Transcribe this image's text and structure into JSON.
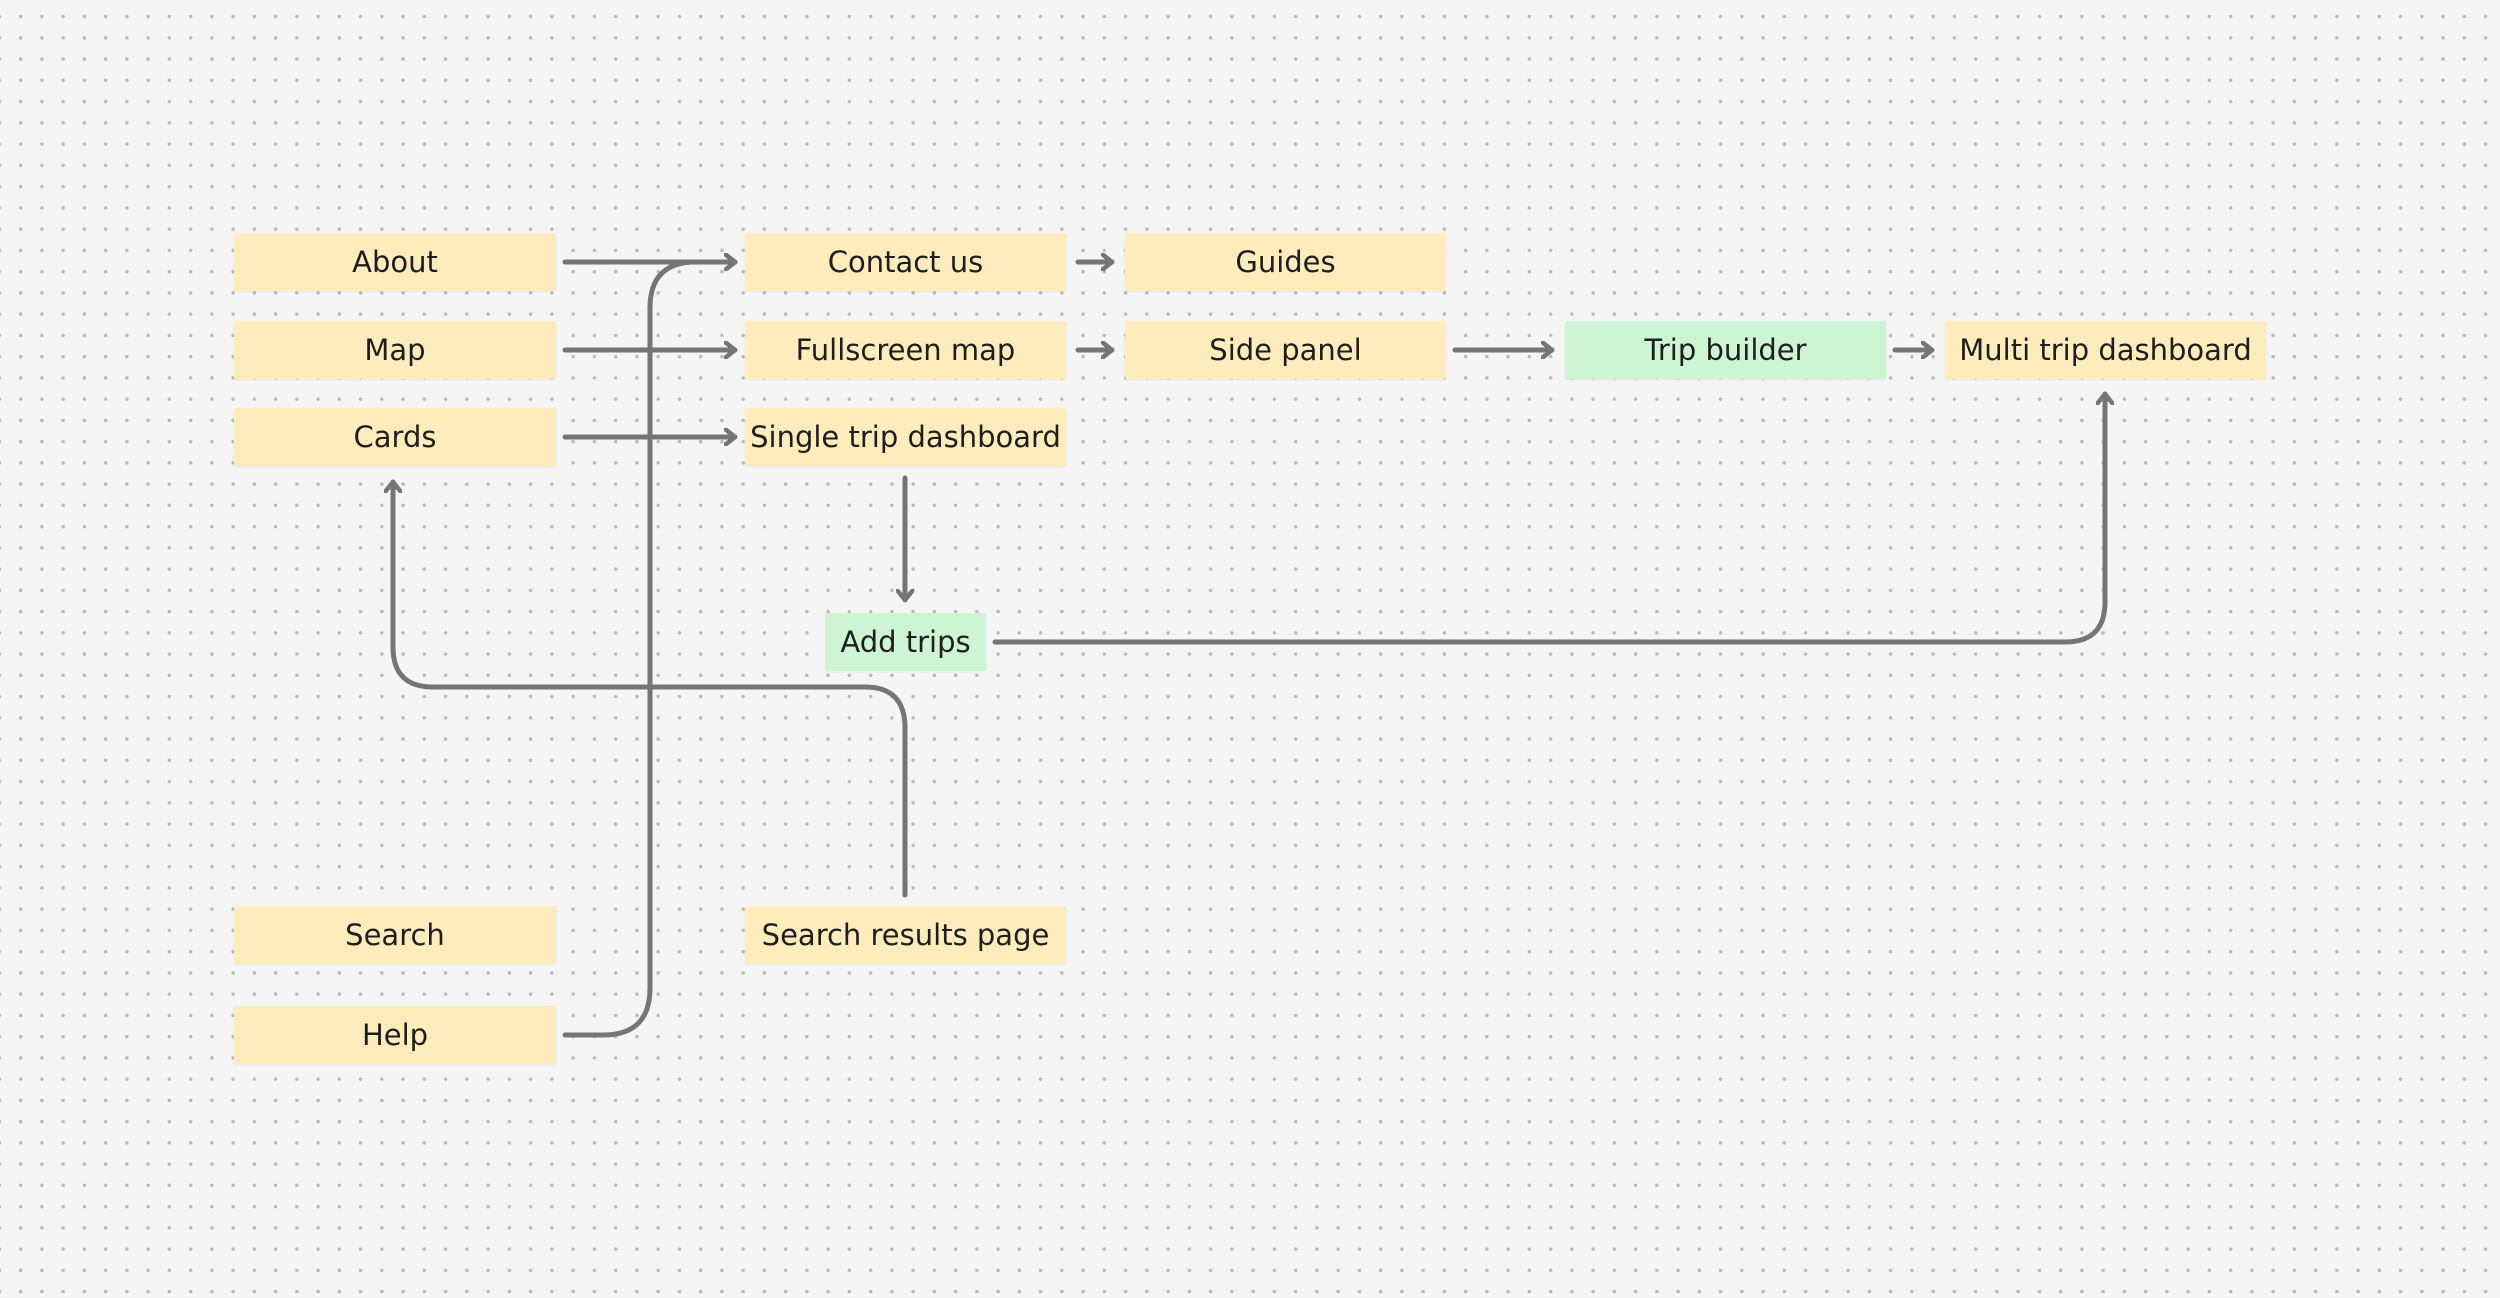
{
  "colors": {
    "background": "#f5f5f5",
    "node_yellow": "#ffecbd",
    "node_green": "#cdf4d3",
    "connector": "#757575",
    "text": "#1e1e1e"
  },
  "nodes": {
    "about": "About",
    "map": "Map",
    "cards": "Cards",
    "search": "Search",
    "help": "Help",
    "contact_us": "Contact us",
    "guides": "Guides",
    "fullscreen_map": "Fullscreen map",
    "side_panel": "Side panel",
    "trip_builder": "Trip builder",
    "multi_trip_dashboard": "Multi trip dashboard",
    "single_trip_dashboard": "Single trip dashboard",
    "add_trips": "Add trips",
    "search_results_page": "Search results page"
  },
  "connections": [
    {
      "from": "about",
      "to": "contact_us"
    },
    {
      "from": "contact_us",
      "to": "guides"
    },
    {
      "from": "map",
      "to": "fullscreen_map"
    },
    {
      "from": "fullscreen_map",
      "to": "side_panel"
    },
    {
      "from": "side_panel",
      "to": "trip_builder"
    },
    {
      "from": "trip_builder",
      "to": "multi_trip_dashboard"
    },
    {
      "from": "cards",
      "to": "single_trip_dashboard"
    },
    {
      "from": "single_trip_dashboard",
      "to": "add_trips"
    },
    {
      "from": "add_trips",
      "to": "multi_trip_dashboard"
    },
    {
      "from": "search_results_page",
      "to": "cards"
    },
    {
      "from": "help",
      "to": "contact_us"
    }
  ]
}
